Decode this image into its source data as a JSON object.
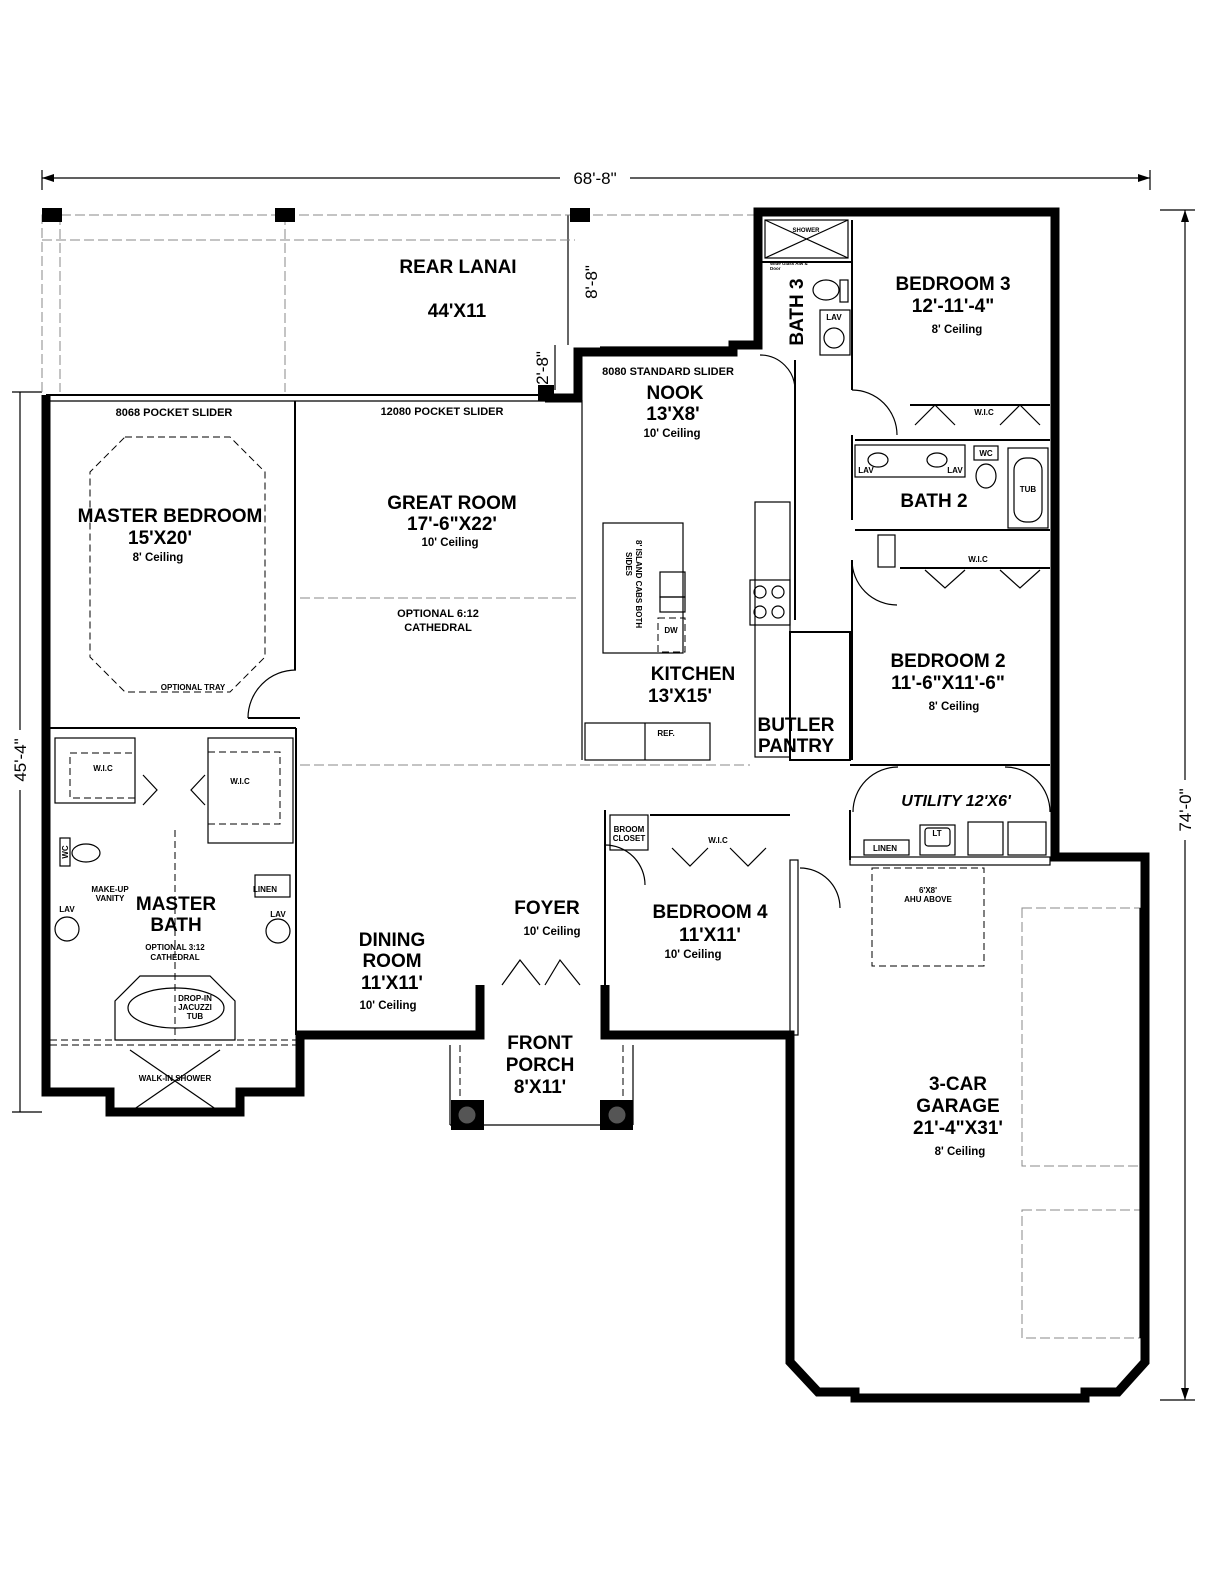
{
  "dimensions": {
    "overall_width": "68'-8\"",
    "overall_depth": "74'-0\"",
    "left_depth": "45'-4\"",
    "lanai_depth": "8'-8\"",
    "nook_offset": "2'-8\""
  },
  "rooms": {
    "rear_lanai": {
      "name": "REAR LANAI",
      "size": "44'X11"
    },
    "master_bedroom": {
      "name": "MASTER BEDROOM",
      "size": "15'X20'",
      "ceiling": "8' Ceiling",
      "note": "OPTIONAL TRAY"
    },
    "great_room": {
      "name": "GREAT ROOM",
      "size": "17'-6\"X22'",
      "ceiling": "10' Ceiling",
      "note1": "OPTIONAL 6:12",
      "note2": "CATHEDRAL"
    },
    "nook": {
      "name": "NOOK",
      "size": "13'X8'",
      "ceiling": "10' Ceiling"
    },
    "kitchen": {
      "name": "KITCHEN",
      "size": "13'X15'",
      "island1": "8' ISLAND CABS BOTH",
      "island2": "SIDES",
      "dw": "DW",
      "ref": "REF."
    },
    "bath_3": {
      "name": "BATH 3",
      "shower": "SHOWER",
      "glass1": "Wide Glass Alw &",
      "glass2": "Door",
      "lav": "LAV"
    },
    "bedroom_3": {
      "name": "BEDROOM 3",
      "size": "12'-11'-4\"",
      "ceiling": "8' Ceiling",
      "wic": "W.I.C"
    },
    "bath_2": {
      "name": "BATH 2",
      "lav1": "LAV",
      "lav2": "LAV",
      "wc": "WC",
      "tub": "TUB"
    },
    "bedroom_2": {
      "name": "BEDROOM 2",
      "size": "11'-6\"X11'-6\"",
      "ceiling": "8' Ceiling",
      "wic": "W.I.C"
    },
    "butler_pantry": {
      "name1": "BUTLER",
      "name2": "PANTRY"
    },
    "utility": {
      "name": "UTILITY 12'X6'",
      "linen": "LINEN",
      "lt": "LT"
    },
    "garage": {
      "name1": "3-CAR",
      "name2": "GARAGE",
      "size": "21'-4\"X31'",
      "ceiling": "8' Ceiling",
      "ahu1": "6'X8'",
      "ahu2": "AHU ABOVE"
    },
    "bedroom_4": {
      "name": "BEDROOM 4",
      "size": "11'X11'",
      "ceiling": "10' Ceiling",
      "wic": "W.I.C",
      "broom1": "BROOM",
      "broom2": "CLOSET"
    },
    "foyer": {
      "name": "FOYER",
      "ceiling": "10' Ceiling"
    },
    "dining_room": {
      "name1": "DINING",
      "name2": "ROOM",
      "size": "11'X11'",
      "ceiling": "10' Ceiling"
    },
    "front_porch": {
      "name1": "FRONT",
      "name2": "PORCH",
      "size": "8'X11'"
    },
    "master_bath": {
      "name1": "MASTER",
      "name2": "BATH",
      "note1": "OPTIONAL 3:12",
      "note2": "CATHEDRAL",
      "wic1": "W.I.C",
      "wic2": "W.I.C",
      "wc": "WC",
      "vanity1": "MAKE-UP",
      "vanity2": "VANITY",
      "lav1": "LAV",
      "lav2": "LAV",
      "linen": "LINEN",
      "tub1": "DROP-IN",
      "tub2": "JACUZZI",
      "tub3": "TUB",
      "shower": "WALK-IN SHOWER"
    }
  },
  "openings": {
    "master_slider": "8068 POCKET SLIDER",
    "great_slider": "12080 POCKET SLIDER",
    "nook_slider": "8080 STANDARD SLIDER"
  }
}
